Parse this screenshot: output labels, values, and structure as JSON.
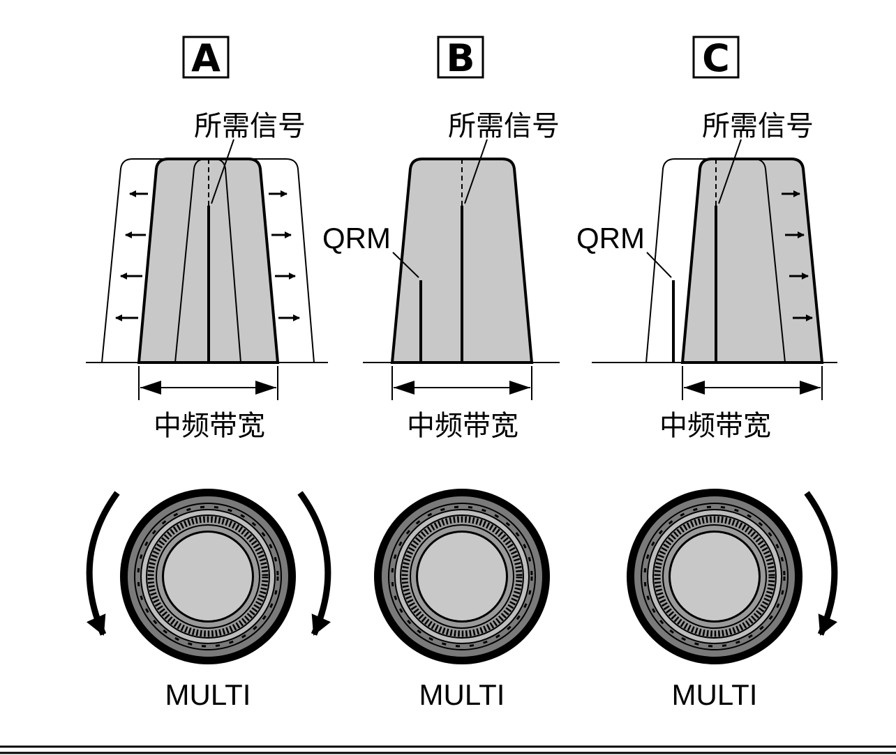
{
  "panels": [
    {
      "letter": "A",
      "signal_label": "所需信号",
      "bandwidth_label": "中频带宽",
      "knob_label": "MULTI"
    },
    {
      "letter": "B",
      "signal_label": "所需信号",
      "qrm_label": "QRM",
      "bandwidth_label": "中频带宽",
      "knob_label": "MULTI"
    },
    {
      "letter": "C",
      "signal_label": "所需信号",
      "qrm_label": "QRM",
      "bandwidth_label": "中频带宽",
      "knob_label": "MULTI"
    }
  ],
  "colors": {
    "ink": "#000000",
    "passband_fill": "#c8c8c8",
    "knob_ring": "#7a7a7a",
    "knob_center": "#c8c8c8"
  },
  "icons": [
    "rotate-both-directions-arrows",
    "rotate-clockwise-arrow",
    "arrow-left-icon",
    "arrow-right-icon"
  ]
}
